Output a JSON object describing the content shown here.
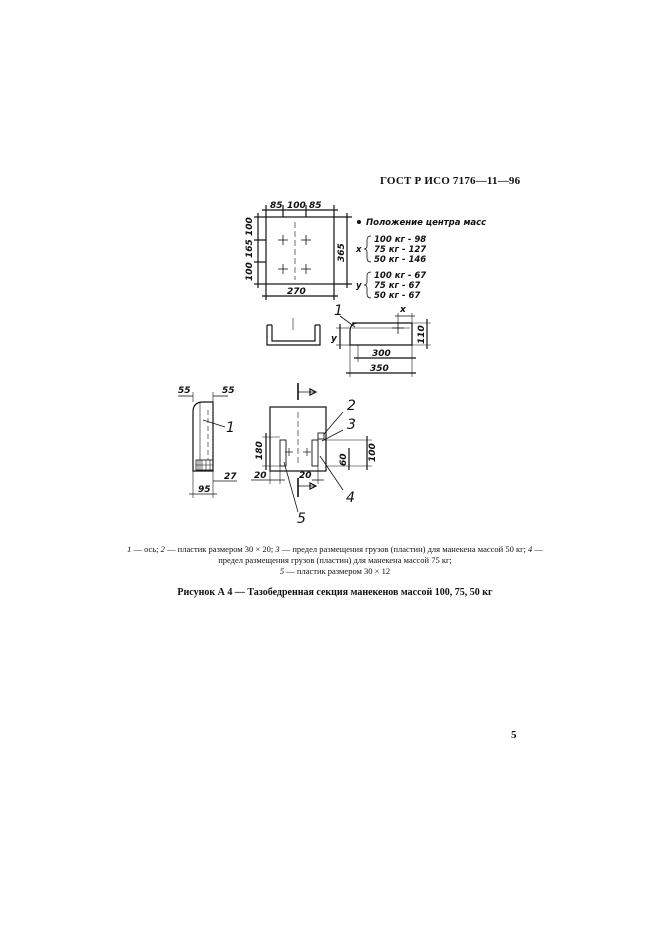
{
  "header": {
    "doc_id": "ГОСТ Р ИСО 7176—11—96"
  },
  "figure": {
    "top_view": {
      "dims_top": [
        "85",
        "100",
        "85"
      ],
      "dims_left": [
        "100",
        "165",
        "100"
      ],
      "dim_right": "365",
      "dim_bottom": "270"
    },
    "mass_center": {
      "title": "Положение центра масс",
      "x_label": "x",
      "x_values": [
        "100 кг - 98",
        "75 кг - 127",
        "50 кг - 146"
      ],
      "y_label": "y",
      "y_values": [
        "100 кг - 67",
        "75 кг - 67",
        "50 кг - 67"
      ]
    },
    "side_view": {
      "dim_x": "x",
      "dim_y": "y",
      "dim_height": "110",
      "dim_inner": "300",
      "dim_total": "350"
    },
    "section_view": {
      "dims_top": [
        "55",
        "55"
      ],
      "dim_bottom_inner": "27",
      "dim_bottom": "95"
    },
    "front_view": {
      "dim_180": "180",
      "dim_60": "60",
      "dim_100": "100",
      "dims_bottom": [
        "20",
        "20"
      ]
    },
    "callouts": [
      "1",
      "1",
      "2",
      "3",
      "4",
      "5"
    ]
  },
  "legend": {
    "items": [
      {
        "num": "1",
        "text": " — ось; "
      },
      {
        "num": "2",
        "text": " — пластик размером 30 × 20; "
      },
      {
        "num": "3",
        "text": " — предел размещения грузов (пластин) для манекена массой 50 кг; "
      },
      {
        "num": "4",
        "text": " — предел размещения грузов (пластин) для манекена массой 75 кг;"
      },
      {
        "num": "5",
        "text": " — пластик размером 30 × 12"
      }
    ]
  },
  "caption": "Рисунок А 4 — Тазобедренная секция манекенов массой 100, 75, 50 кг",
  "page_number": "5"
}
